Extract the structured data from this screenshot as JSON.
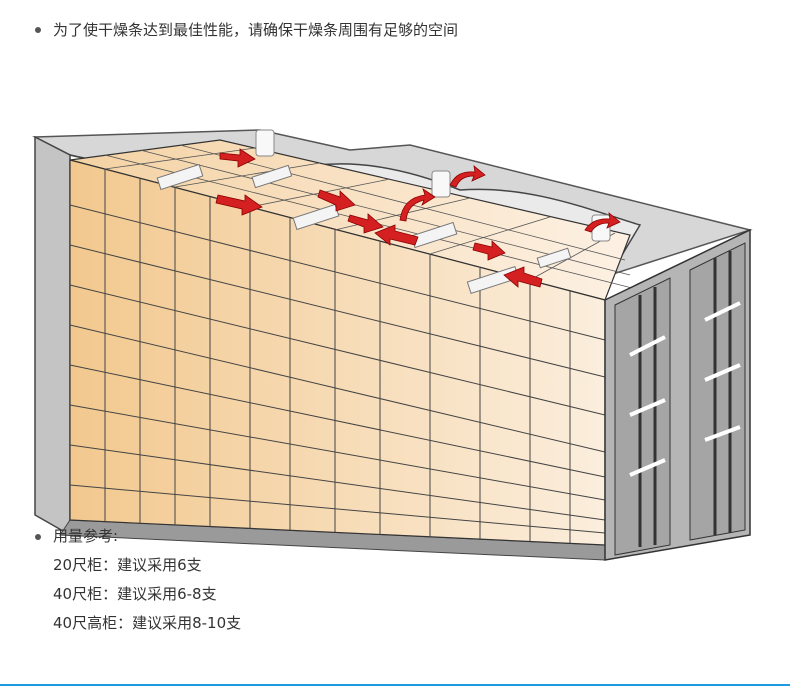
{
  "top_note": "为了使干燥条达到最佳性能，请确保干燥条周围有足够的空间",
  "usage": {
    "heading": "用量参考:",
    "lines": [
      "20尺柜：建议采用6支",
      "40尺柜：建议采用6-8支",
      "40尺高柜：建议采用8-10支"
    ]
  },
  "colors": {
    "accent_rule": "#1e9be0",
    "arrow": "#d42020",
    "cargo_light": "#fbeedd",
    "cargo_dark": "#f2c88e",
    "container_gray": "#bfbfbf"
  },
  "icons": [
    "container-illustration",
    "desiccant-strip-icon",
    "desiccant-bag-icon",
    "airflow-arrow-icon"
  ]
}
